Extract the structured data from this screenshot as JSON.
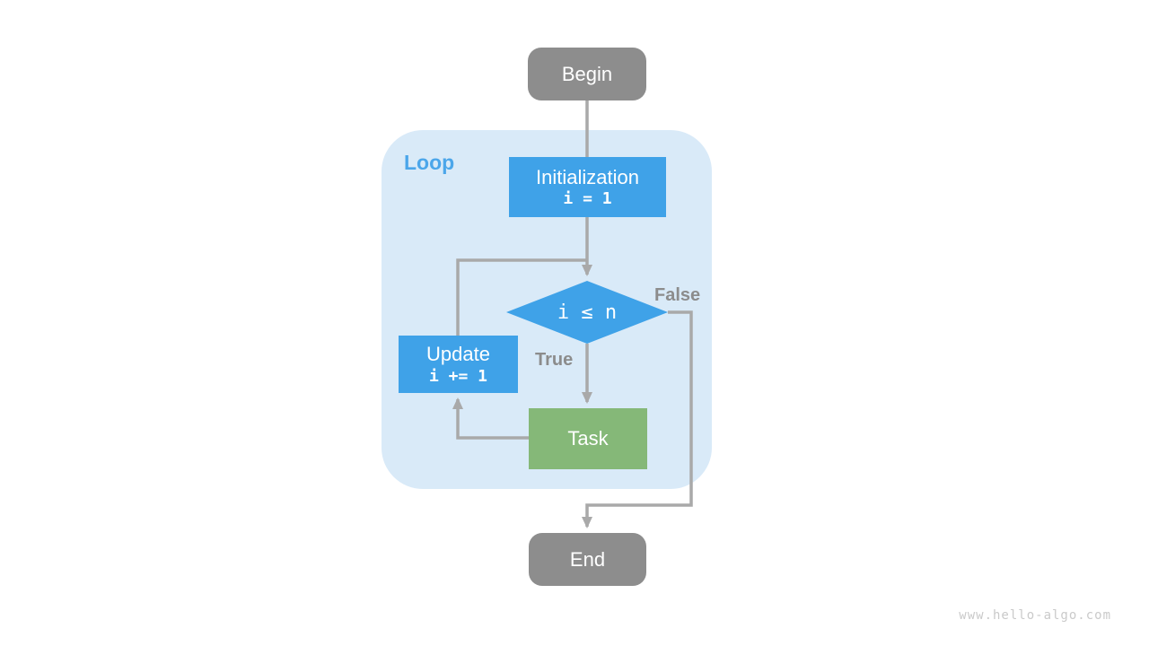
{
  "diagram": {
    "loop_container_label": "Loop",
    "nodes": {
      "begin": {
        "label": "Begin"
      },
      "initialization": {
        "label": "Initialization",
        "code": "i = 1"
      },
      "condition": {
        "label": "i ≤ n"
      },
      "update": {
        "label": "Update",
        "code": "i += 1"
      },
      "task": {
        "label": "Task"
      },
      "end": {
        "label": "End"
      }
    },
    "edge_labels": {
      "true_branch": "True",
      "false_branch": "False"
    },
    "edges": [
      {
        "from": "begin",
        "to": "condition"
      },
      {
        "from": "condition",
        "to": "task",
        "label": "True"
      },
      {
        "from": "condition",
        "to": "end",
        "label": "False"
      },
      {
        "from": "task",
        "to": "update"
      },
      {
        "from": "update",
        "to": "condition"
      }
    ]
  },
  "watermark": "www.hello-algo.com",
  "colors": {
    "canvas_bg": "#ffffff",
    "container_bg": "#d9eaf8",
    "blue_node": "#3fa2e8",
    "green_node": "#85b878",
    "gray_node": "#8d8d8d",
    "line": "#a9a9a9",
    "edge_label": "#8c8c8c",
    "loop_label": "#4ba6ea",
    "node_text": "#ffffff",
    "watermark": "#cacaca"
  }
}
